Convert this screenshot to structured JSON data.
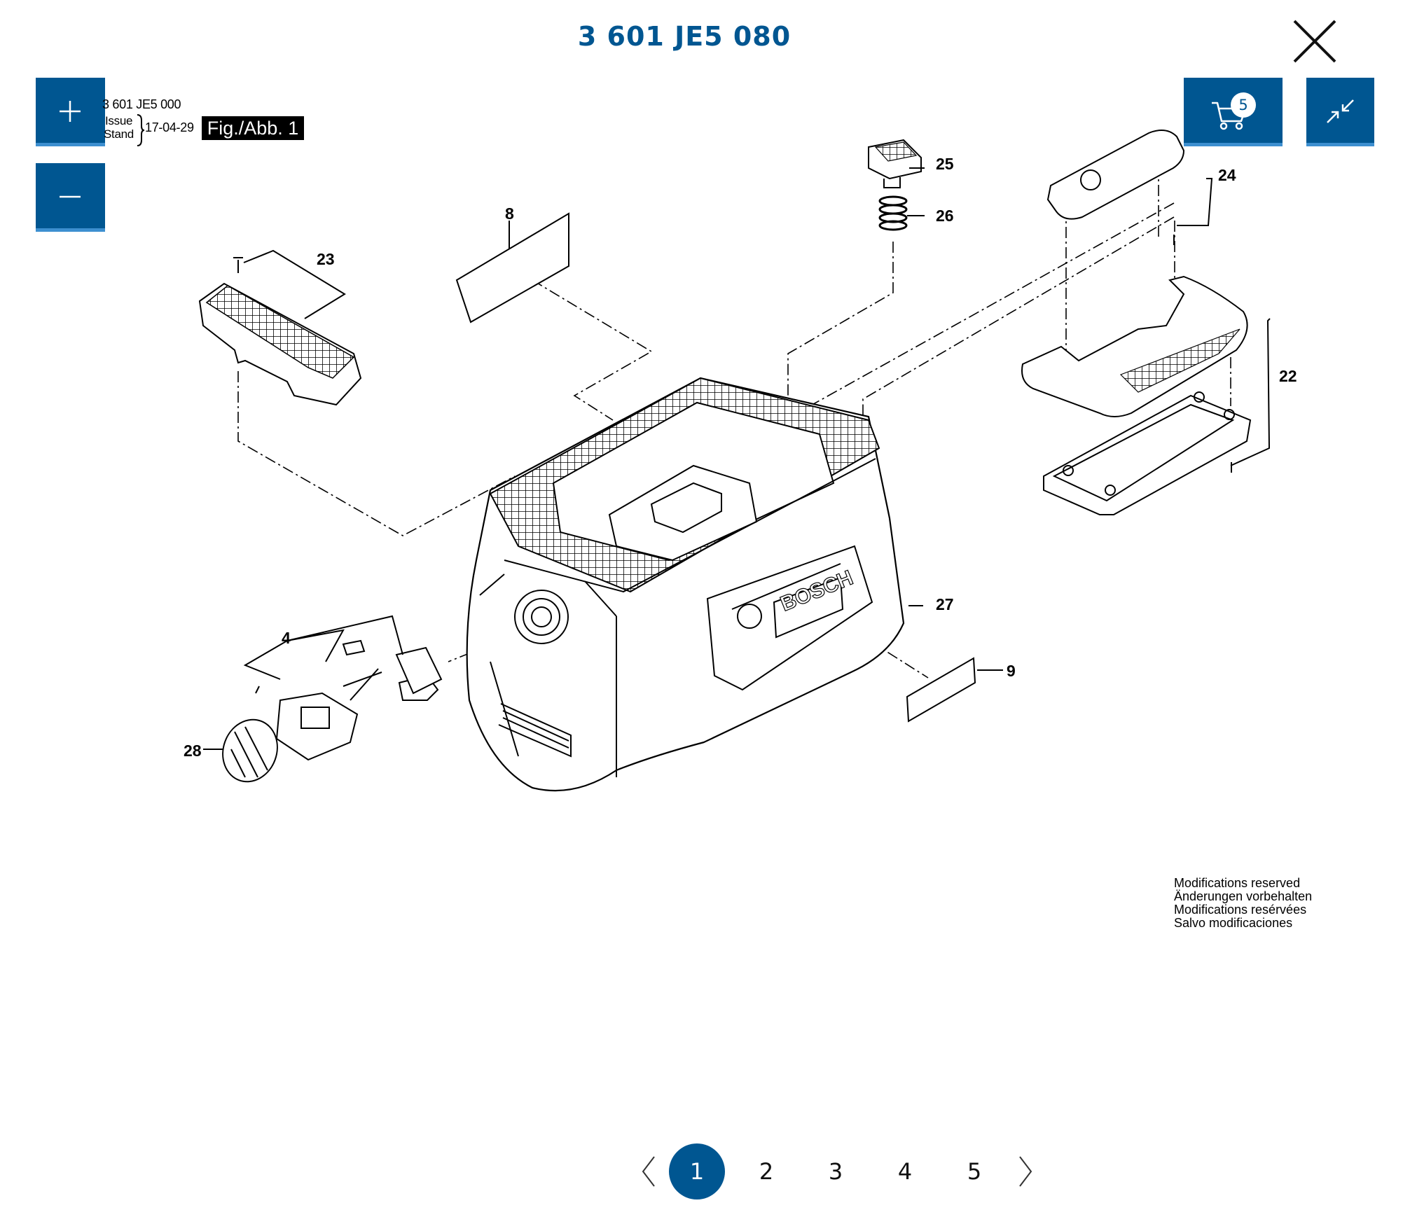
{
  "header": {
    "title": "3 601 JE5 080"
  },
  "toolbar": {
    "cart_count": "5"
  },
  "figure": {
    "part_number": "3 601 JE5 000",
    "issue_label": "Issue",
    "stand_label": "Stand",
    "date": "17-04-29",
    "fig_label": "Fig./Abb. 1",
    "callouts": {
      "c4": "4",
      "c8": "8",
      "c9": "9",
      "c22": "22",
      "c23": "23",
      "c24": "24",
      "c25": "25",
      "c26": "26",
      "c27": "27",
      "c28": "28"
    },
    "brand_text": "BOSCH",
    "notice": [
      "Modifications reserved",
      "Änderungen vorbehalten",
      "Modifications resérvées",
      "Salvo modificaciones"
    ]
  },
  "pagination": {
    "current": "1",
    "pages": [
      "1",
      "2",
      "3",
      "4",
      "5"
    ]
  }
}
